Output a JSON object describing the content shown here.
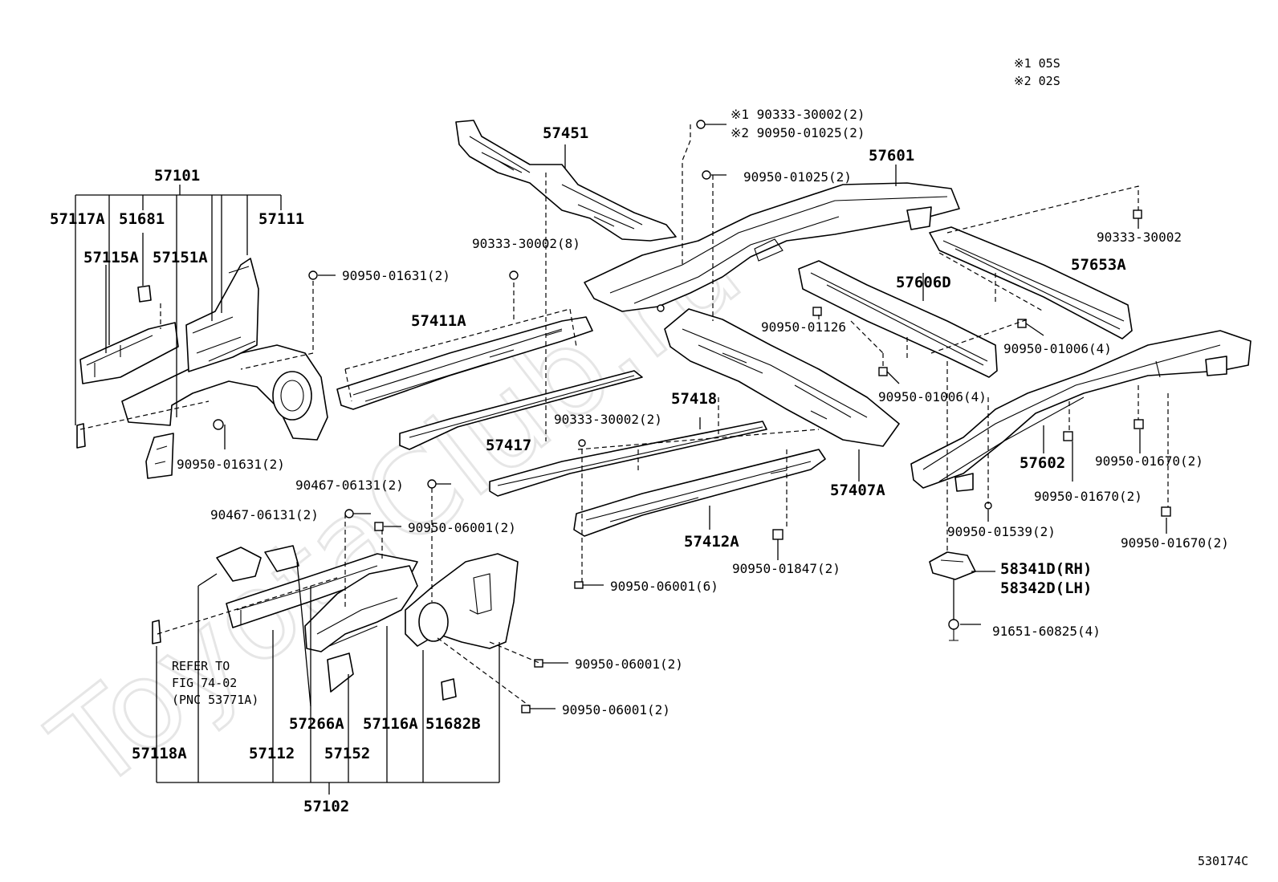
{
  "watermark": "ToyotaClub.ru",
  "drawing_number": "530174C",
  "notes": [
    "※1 05S",
    "※2 02S"
  ],
  "labels": {
    "p57101": "57101",
    "p57117A": "57117A",
    "p51681": "51681",
    "p57111": "57111",
    "p57115A": "57115A",
    "p57151A": "57151A",
    "f90950_01631_a": "90950-01631(2)",
    "f90950_01631_b": "90950-01631(2)",
    "p57451": "57451",
    "f90333_30002_8": "90333-30002(8)",
    "p57411A": "57411A",
    "p57417": "57417",
    "f90333_30002_n1": "※1 90333-30002(2)",
    "f90950_01025_n2": "※2 90950-01025(2)",
    "f90950_01025": "90950-01025(2)",
    "p57601": "57601",
    "f90333_30002_r": "90333-30002",
    "p57653A": "57653A",
    "p57606D": "57606D",
    "f90950_01126": "90950-01126",
    "f90950_01006_a": "90950-01006(4)",
    "f90950_01006_b": "90950-01006(4)",
    "p57418": "57418",
    "f90333_30002_2": "90333-30002(2)",
    "p57407A": "57407A",
    "p57602": "57602",
    "f90950_01670_a": "90950-01670(2)",
    "f90950_01670_b": "90950-01670(2)",
    "f90950_01670_c": "90950-01670(2)",
    "f90467_06131_a": "90467-06131(2)",
    "f90467_06131_b": "90467-06131(2)",
    "f90950_06001_a": "90950-06001(2)",
    "p57412A": "57412A",
    "f90950_01539": "90950-01539(2)",
    "f90950_01847": "90950-01847(2)",
    "p58341D": "58341D(RH)",
    "p58342D": "58342D(LH)",
    "f90950_06001_6": "90950-06001(6)",
    "f91651_60825": "91651-60825(4)",
    "f90950_06001_b": "90950-06001(2)",
    "f90950_06001_c": "90950-06001(2)",
    "refer1": "REFER TO",
    "refer2": "FIG 74-02",
    "refer3": "(PNC 53771A)",
    "p57118A": "57118A",
    "p57112": "57112",
    "p57266A": "57266A",
    "p57152": "57152",
    "p57116A": "57116A",
    "p51682B": "51682B",
    "p57102": "57102"
  }
}
